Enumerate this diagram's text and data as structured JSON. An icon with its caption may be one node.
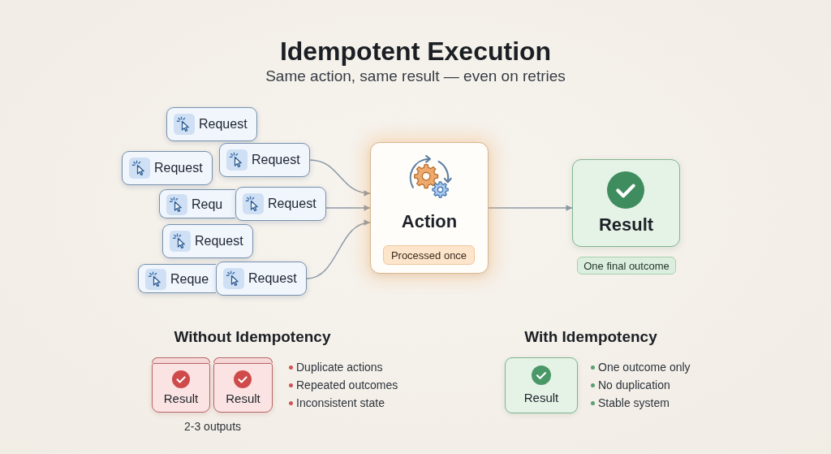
{
  "diagram": {
    "title": "Idempotent Execution",
    "nodes": [
      {
        "text": [
          "Request"
        ]
      },
      {
        "text": [
          "Request"
        ]
      },
      {
        "text": [
          "Request"
        ]
      },
      {
        "text": [
          "Requ"
        ]
      },
      {
        "text": [
          "Request"
        ]
      },
      {
        "text": [
          "Request"
        ]
      },
      {
        "text": [
          "Reque"
        ]
      },
      {
        "text": [
          "Request"
        ]
      },
      {
        "text": [
          "Action"
        ]
      },
      {
        "text": [
          "Processed once"
        ],
        "in": 8
      },
      {
        "text": [
          "Result"
        ]
      },
      {
        "text": [
          "One final outcome"
        ]
      },
      {
        "text": [],
        "shape": "box"
      },
      {
        "text": [
          "Result"
        ]
      },
      {
        "text": [],
        "shape": "box"
      },
      {
        "text": [
          "Result"
        ]
      },
      {
        "text": [
          "Result"
        ]
      }
    ],
    "edges": [
      {
        "from": 1,
        "to": 8,
        "arrow": "to"
      },
      {
        "from": 4,
        "to": 8,
        "arrow": "to"
      },
      {
        "from": 7,
        "to": 8,
        "arrow": "to"
      },
      {
        "from": 8,
        "to": 10,
        "arrow": "to"
      }
    ],
    "labels": [
      "Same action, same result — even on retries",
      "Without Idempotency",
      "Duplicate actions",
      "Repeated outcomes",
      "Inconsistent state",
      "2-3 outputs",
      "With Idempotency",
      "One outcome only",
      "No duplication",
      "Stable system"
    ]
  }
}
